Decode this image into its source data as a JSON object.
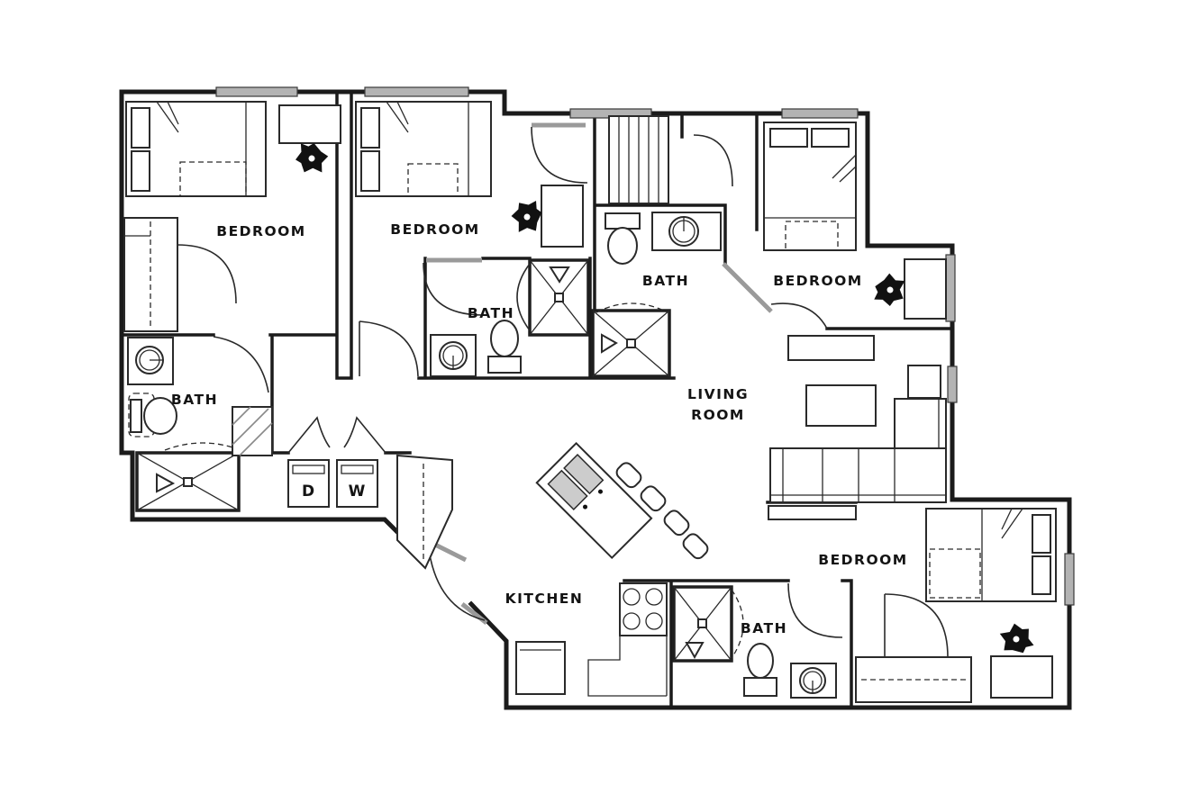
{
  "plan": {
    "type": "apartment-floor-plan",
    "style": "black-and-white architectural drawing",
    "colors": {
      "background": "#ffffff",
      "wall": "#1b1b1b",
      "window_and_open_door": "#9a9a9a",
      "fixture_outline": "#2a2a2a",
      "chair_fill": "#111111"
    }
  },
  "rooms": {
    "bedroom_1": {
      "label": "BEDROOM"
    },
    "bedroom_2": {
      "label": "BEDROOM"
    },
    "bedroom_3": {
      "label": "BEDROOM"
    },
    "bedroom_4": {
      "label": "BEDROOM"
    },
    "bath_1": {
      "label": "BATH"
    },
    "bath_2": {
      "label": "BATH"
    },
    "bath_3": {
      "label": "BATH"
    },
    "bath_4": {
      "label": "BATH"
    },
    "living_room": {
      "label_line1": "LIVING",
      "label_line2": "ROOM"
    },
    "kitchen": {
      "label": "KITCHEN"
    }
  },
  "appliances": {
    "dryer_label": "D",
    "washer_label": "W"
  },
  "icon_names": [
    "bed-icon",
    "pillow-icon",
    "desk-icon",
    "desk-chair-icon",
    "closet-icon",
    "toilet-icon",
    "sink-icon",
    "shower-icon",
    "shower-curtain-arc",
    "kitchen-island-sink-icon",
    "stove-icon",
    "refrigerator-icon",
    "bar-stool-icon",
    "washer-icon",
    "dryer-icon",
    "sofa-sectional-icon",
    "chaise-icon",
    "coffee-table-icon",
    "tv-console-icon",
    "side-table-icon",
    "door-swing-arc",
    "window",
    "wall"
  ]
}
